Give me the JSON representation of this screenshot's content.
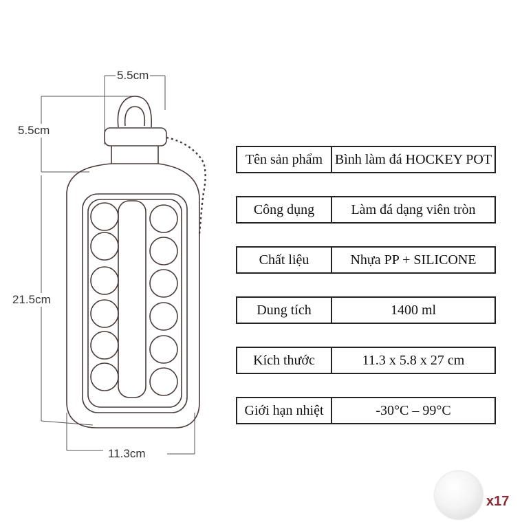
{
  "dimensions": {
    "top_width": "5.5cm",
    "cap_height": "5.5cm",
    "body_height": "21.5cm",
    "bottom_width": "11.3cm"
  },
  "specs": [
    {
      "label": "Tên sản phẩm",
      "value": "Bình làm đá HOCKEY POT"
    },
    {
      "label": "Công dụng",
      "value": "Làm đá dạng viên tròn"
    },
    {
      "label": "Chất liệu",
      "value": "Nhựa PP + SILICONE"
    },
    {
      "label": "Dung tích",
      "value": "1400 ml"
    },
    {
      "label": "Kích thước",
      "value": "11.3 x 5.8 x 27 cm"
    },
    {
      "label": "Giới hạn nhiệt",
      "value": "-30°C – 99°C"
    }
  ],
  "ice_ball": {
    "quantity": "x17"
  },
  "colors": {
    "line": "#4a3a3a",
    "quantity_text": "#8a2a35"
  }
}
